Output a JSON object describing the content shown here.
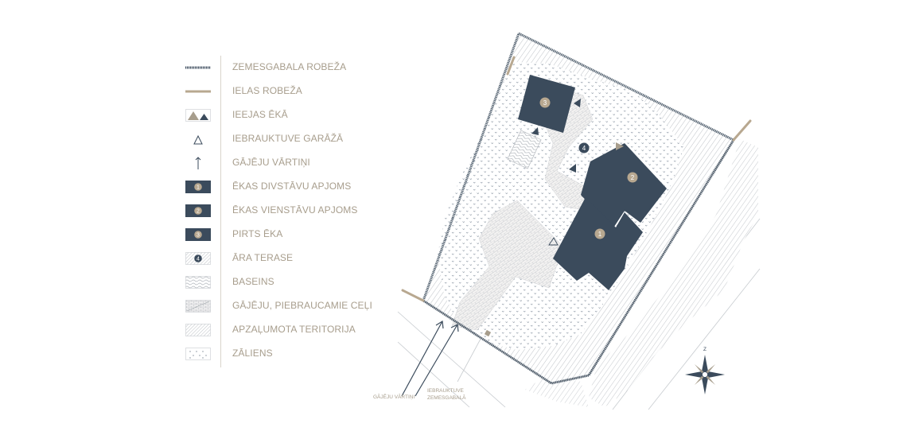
{
  "legend": {
    "items": [
      {
        "label": "ZEMESGABALA ROBEŽA",
        "icon": "plot-boundary-line"
      },
      {
        "label": "IELAS ROBEŽA",
        "icon": "street-boundary-line"
      },
      {
        "label": "IEEJAS ĒKĀ",
        "icon": "entrance-triangles"
      },
      {
        "label": "IEBRAUKTUVE GARĀŽĀ",
        "icon": "garage-entrance-triangle"
      },
      {
        "label": "GĀJĒJU VĀRTIŅI",
        "icon": "pedestrian-gate-arrow"
      },
      {
        "label": "ĒKAS DIVSTĀVU APJOMS",
        "icon": "badge-1",
        "badge": "1"
      },
      {
        "label": "ĒKAS VIENSTĀVU APJOMS",
        "icon": "badge-2",
        "badge": "2"
      },
      {
        "label": "PIRTS ĒKA",
        "icon": "badge-3",
        "badge": "3"
      },
      {
        "label": "ĀRA TERASE",
        "icon": "badge-4-hatched",
        "badge": "4"
      },
      {
        "label": "BASEINS",
        "icon": "wave-pattern"
      },
      {
        "label": "GĀJĒJU, PIEBRAUCAMIE CEĻI",
        "icon": "brick-pattern"
      },
      {
        "label": "APZAĻUMOTA TERITORIJA",
        "icon": "diagonal-hatch"
      },
      {
        "label": "ZĀLIENS",
        "icon": "dot-pattern"
      }
    ]
  },
  "plan": {
    "buildings": [
      {
        "badge": "1",
        "name": "two-storey-volume"
      },
      {
        "badge": "2",
        "name": "one-storey-volume"
      },
      {
        "badge": "3",
        "name": "sauna-building"
      }
    ],
    "terrace_badge": "4",
    "pedestrian_gate_label": "GĀJĒJU VĀRTIŅI",
    "driveway_label_line1": "IEBRAUKTUVE",
    "driveway_label_line2": "ZEMESGABALĀ",
    "compass_north": "Z"
  },
  "colors": {
    "navy": "#3b4b5c",
    "beige": "#a79d8c",
    "tan": "#b8a890",
    "hatch": "#b9bdc2",
    "divider": "#d9d4cc"
  }
}
